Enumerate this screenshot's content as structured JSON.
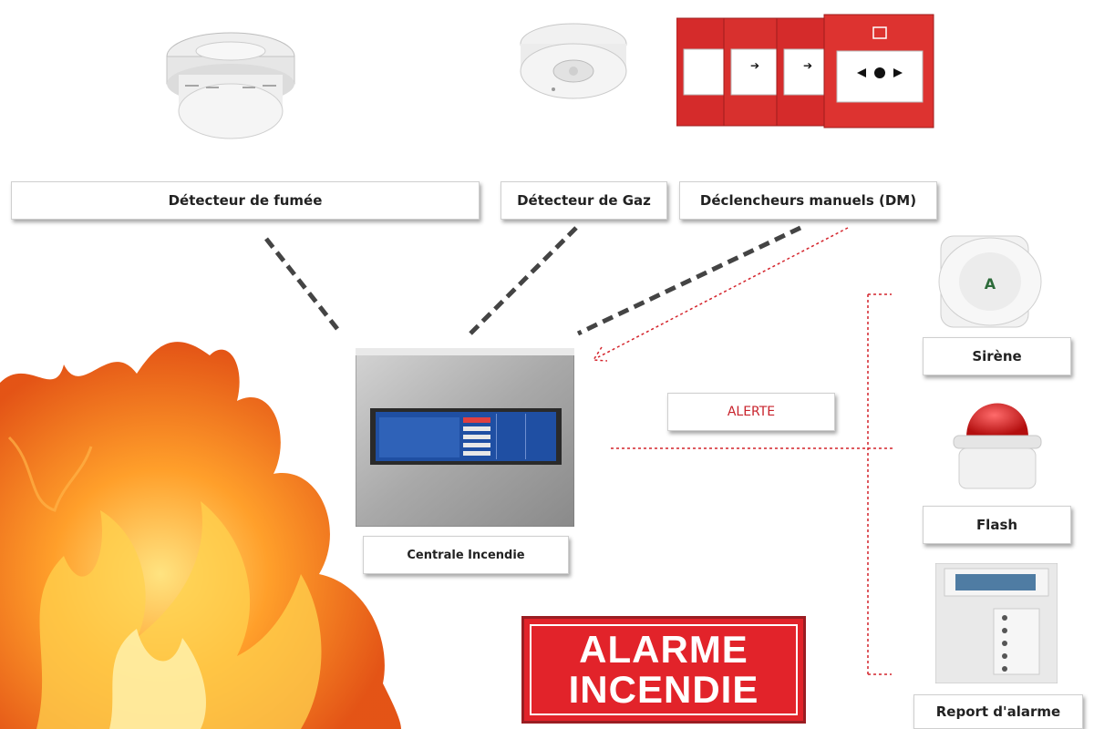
{
  "labels": {
    "smoke_detector": "Détecteur  de  fumée",
    "gas_detector": "Détecteur  de  Gaz",
    "manual_call_points": "Déclencheurs manuels (DM)",
    "sirene": "Sirène",
    "alerte": "ALERTE",
    "flash": "Flash",
    "centrale": "Centrale Incendie",
    "report": "Report d'alarme"
  },
  "sign": {
    "line1": "ALARME",
    "line2": "INCENDIE"
  },
  "colors": {
    "dashed_wire": "#444444",
    "alert_wire": "#d4242c",
    "sign_red": "#e2232a",
    "panel_screen": "#1f4fa3"
  },
  "icons": {
    "smoke": "smoke-detector-icon",
    "gas": "gas-detector-icon",
    "dm": "manual-call-point-icon",
    "siren": "siren-icon",
    "flash": "flash-beacon-icon",
    "report": "alarm-repeater-icon",
    "fire": "fire-flames-icon",
    "panel": "fire-control-panel-icon"
  }
}
